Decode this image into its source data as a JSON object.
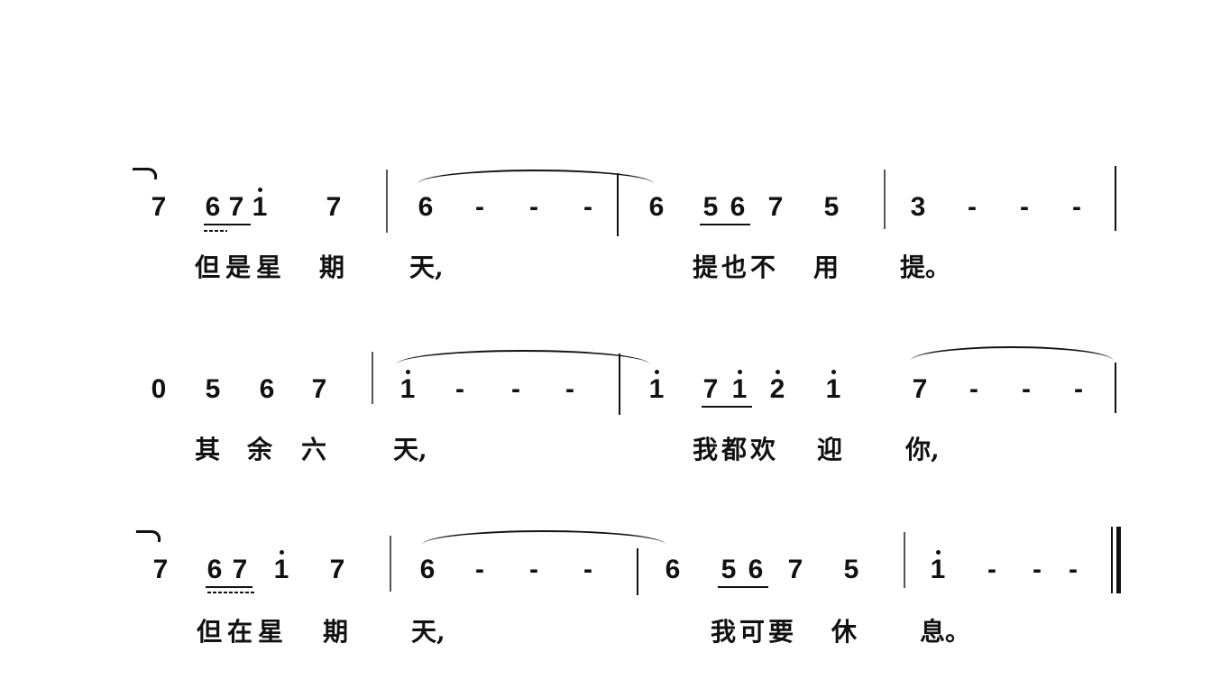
{
  "systems": [
    {
      "notes": [
        "7",
        "6",
        "7",
        "1",
        "7",
        "6",
        "-",
        "-",
        "-",
        "6",
        "5",
        "6",
        "7",
        "5",
        "3",
        "-",
        "-",
        "-"
      ],
      "lyrics": [
        "但是星",
        "期",
        "天,",
        "提也不",
        "用",
        "提。"
      ]
    },
    {
      "notes": [
        "0",
        "5",
        "6",
        "7",
        "1",
        "-",
        "-",
        "-",
        "1",
        "7",
        "1",
        "2",
        "1",
        "7",
        "-",
        "-",
        "-"
      ],
      "lyrics": [
        "其",
        "余",
        "六",
        "天,",
        "我都欢",
        "迎",
        "你,"
      ]
    },
    {
      "notes": [
        "7",
        "6",
        "7",
        "1",
        "7",
        "6",
        "-",
        "-",
        "-",
        "6",
        "5",
        "6",
        "7",
        "5",
        "1",
        "-",
        "-",
        "-"
      ],
      "lyrics": [
        "但在星",
        "期",
        "天,",
        "我可要",
        "休",
        "息。"
      ]
    }
  ]
}
